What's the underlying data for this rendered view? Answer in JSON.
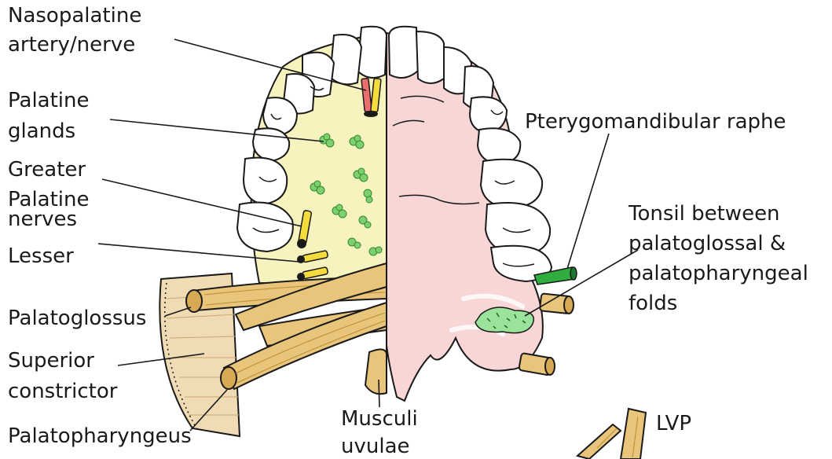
{
  "labels": {
    "nasopalatine_1": "Nasopalatine",
    "nasopalatine_2": "artery/nerve",
    "palatine_glands_1": "Palatine",
    "palatine_glands_2": "glands",
    "greater_1": "Greater",
    "greater_2": "Palatine",
    "greater_3": "nerves",
    "lesser": "Lesser",
    "palatoglossus": "Palatoglossus",
    "superior_1": "Superior",
    "superior_2": "constrictor",
    "palatopharyngeus": "Palatopharyngeus",
    "musculi_1": "Musculi",
    "musculi_2": "uvulae",
    "lvp": "LVP",
    "ptery": "Pterygomandibular raphe",
    "tonsil_1": "Tonsil between",
    "tonsil_2": "palatoglossal &",
    "tonsil_3": "palatopharyngeal",
    "tonsil_4": "folds"
  },
  "colors": {
    "hard_palate": "#f7f3bf",
    "soft_palate": "#f8d6d6",
    "muscle": "#e8c57a",
    "muscle_dark": "#b98d36",
    "constrictor_fan": "#f0dcb4",
    "glands": "#7fcf6f",
    "artery": "#ec6d6d",
    "nerve": "#f3dc3c",
    "raphe": "#2fae3f",
    "tooth": "#ffffff",
    "outline": "#1a1a1a"
  }
}
